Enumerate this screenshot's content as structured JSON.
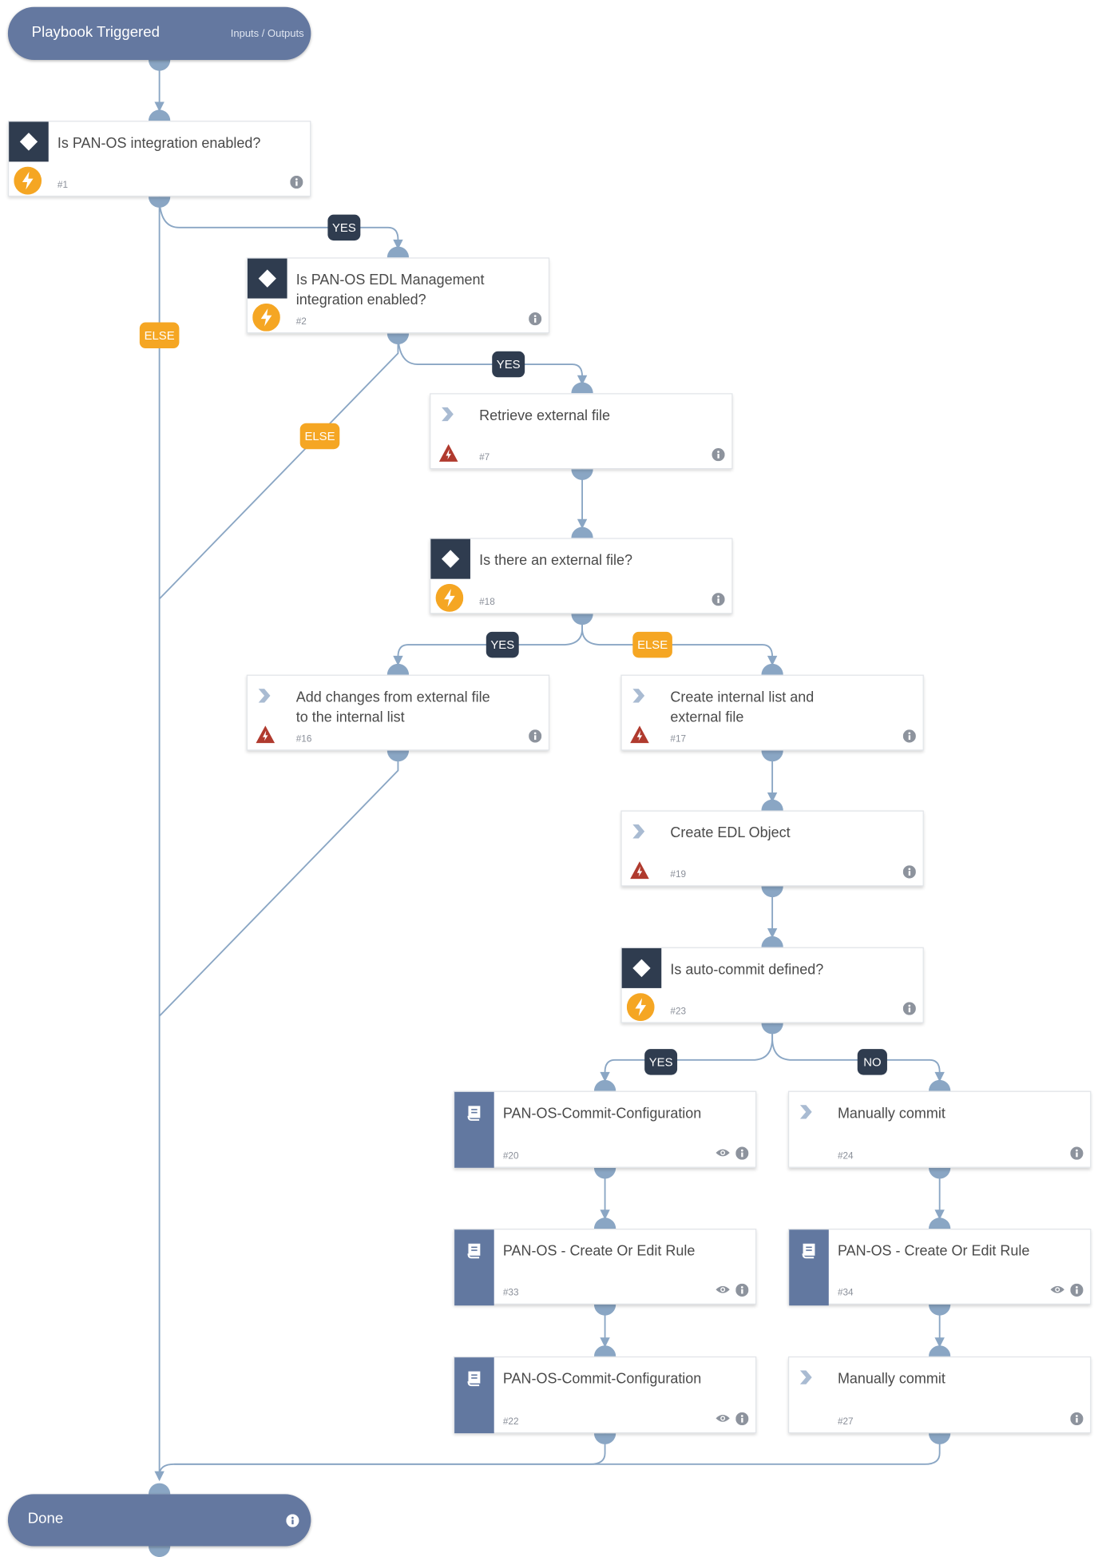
{
  "trigger": {
    "title": "Playbook Triggered",
    "link": "Inputs / Outputs"
  },
  "done": {
    "title": "Done"
  },
  "tasks": {
    "t1": {
      "title": "Is PAN-OS integration enabled?",
      "id": "#1"
    },
    "t2": {
      "title": "Is PAN-OS EDL Management\nintegration enabled?",
      "id": "#2"
    },
    "t7": {
      "title": "Retrieve external file",
      "id": "#7"
    },
    "t18": {
      "title": "Is there an external file?",
      "id": "#18"
    },
    "t16": {
      "title": "Add changes from external file\nto the internal list",
      "id": "#16"
    },
    "t17": {
      "title": "Create internal list and\nexternal file",
      "id": "#17"
    },
    "t19": {
      "title": "Create EDL Object",
      "id": "#19"
    },
    "t23": {
      "title": "Is auto-commit defined?",
      "id": "#23"
    },
    "t20": {
      "title": "PAN-OS-Commit-Configuration",
      "id": "#20"
    },
    "t24": {
      "title": "Manually commit",
      "id": "#24"
    },
    "t33": {
      "title": "PAN-OS - Create Or Edit Rule",
      "id": "#33"
    },
    "t34": {
      "title": "PAN-OS - Create Or Edit Rule",
      "id": "#34"
    },
    "t22": {
      "title": "PAN-OS-Commit-Configuration",
      "id": "#22"
    },
    "t27": {
      "title": "Manually commit",
      "id": "#27"
    }
  },
  "labels": {
    "yes": "YES",
    "no": "NO",
    "else": "ELSE"
  },
  "colors": {
    "connector": "#8aa6c4",
    "dark_tag": "#2f3c4f",
    "playbook_tag": "#6278a0",
    "else": "#f5a623",
    "bolt": "#f5a623",
    "warning": "#b03a2e"
  }
}
